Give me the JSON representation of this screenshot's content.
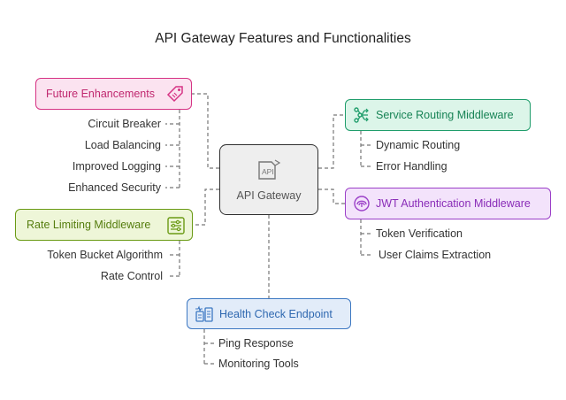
{
  "title": "API Gateway Features and Functionalities",
  "center": {
    "label": "API Gateway",
    "icon": "api-document-icon"
  },
  "nodes": {
    "future": {
      "label": "Future Enhancements",
      "color": "#d63384",
      "fill": "#fbe3f0",
      "icon": "tag-icon",
      "items": [
        "Circuit Breaker",
        "Load Balancing",
        "Improved Logging",
        "Enhanced Security"
      ]
    },
    "routing": {
      "label": "Service Routing Middleware",
      "color": "#1f9d6b",
      "fill": "#dcf5e9",
      "icon": "network-routing-icon",
      "items": [
        "Dynamic Routing",
        "Error Handling"
      ]
    },
    "jwt": {
      "label": "JWT Authentication Middleware",
      "color": "#9b3fc8",
      "fill": "#f3e3fb",
      "icon": "fingerprint-icon",
      "items": [
        "Token Verification",
        "User Claims Extraction"
      ]
    },
    "rate": {
      "label": "Rate Limiting Middleware",
      "color": "#6a9a14",
      "fill": "#eef6d8",
      "icon": "sliders-icon",
      "items": [
        "Token Bucket Algorithm",
        "Rate Control"
      ]
    },
    "health": {
      "label": "Health Check Endpoint",
      "color": "#3d78c2",
      "fill": "#e2ecf9",
      "icon": "health-monitor-icon",
      "items": [
        "Ping Response",
        "Monitoring Tools"
      ]
    }
  }
}
